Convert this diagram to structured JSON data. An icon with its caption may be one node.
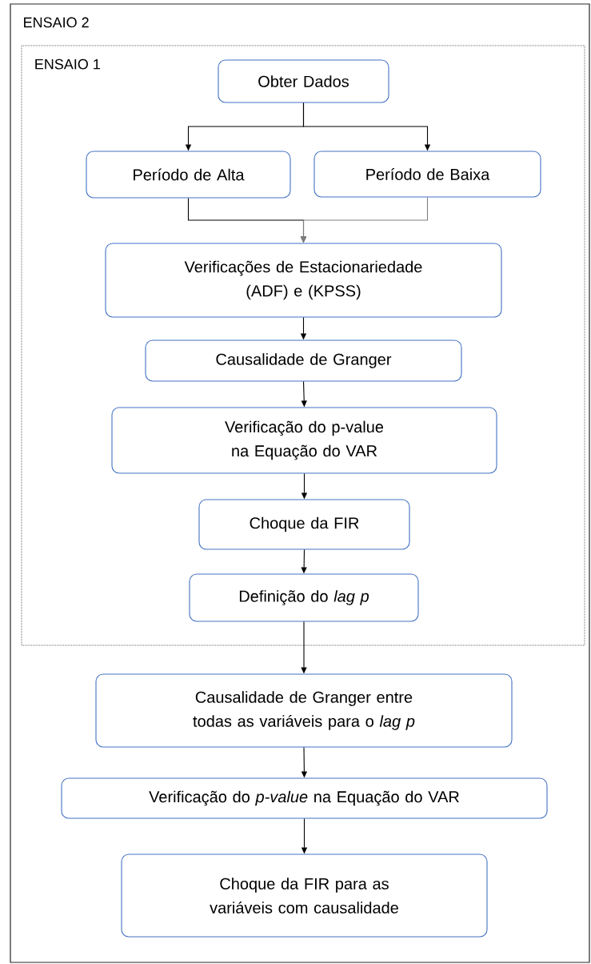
{
  "diagram": {
    "nodes": [
      {
        "text": [
          "ENSAIO 2"
        ]
      },
      {
        "text": [
          "ENSAIO 1"
        ],
        "in": 0
      },
      {
        "text": [
          "Obter Dados"
        ],
        "in": 1
      },
      {
        "text": [
          "Período de Alta"
        ],
        "in": 1
      },
      {
        "text": [
          "Período de Baixa"
        ],
        "in": 1
      },
      {
        "text": [
          "Verificações de Estacionariedade (ADF) e (KPSS)"
        ],
        "in": 1
      },
      {
        "text": [
          "Causalidade de Granger"
        ],
        "in": 1
      },
      {
        "text": [
          "Verificação do p-value na Equação do VAR"
        ],
        "in": 1
      },
      {
        "text": [
          "Choque da FIR"
        ],
        "in": 1
      },
      {
        "text": [
          "Definição do *lag p*"
        ],
        "in": 1
      },
      {
        "text": [
          "Causalidade de Granger entre todas as variáveis para o *lag p*"
        ],
        "in": 0
      },
      {
        "text": [
          "Verificação do *p-value* na Equação do VAR"
        ],
        "in": 0
      },
      {
        "text": [
          "Choque da FIR para as variáveis com causalidade"
        ],
        "in": 0
      }
    ],
    "edges": [
      {
        "from": 2,
        "to": 3,
        "arrow": "to"
      },
      {
        "from": 2,
        "to": 4,
        "arrow": "to"
      },
      {
        "from": 3,
        "to": 5,
        "arrow": "to"
      },
      {
        "from": 4,
        "to": 5,
        "arrow": "to",
        "color": "#7f7f7f"
      },
      {
        "from": 5,
        "to": 6,
        "arrow": "to"
      },
      {
        "from": 6,
        "to": 7,
        "arrow": "to"
      },
      {
        "from": 7,
        "to": 8,
        "arrow": "to"
      },
      {
        "from": 8,
        "to": 9,
        "arrow": "to"
      },
      {
        "from": 9,
        "to": 10,
        "arrow": "to"
      },
      {
        "from": 10,
        "to": 11,
        "arrow": "to"
      },
      {
        "from": 11,
        "to": 12,
        "arrow": "to"
      }
    ]
  }
}
